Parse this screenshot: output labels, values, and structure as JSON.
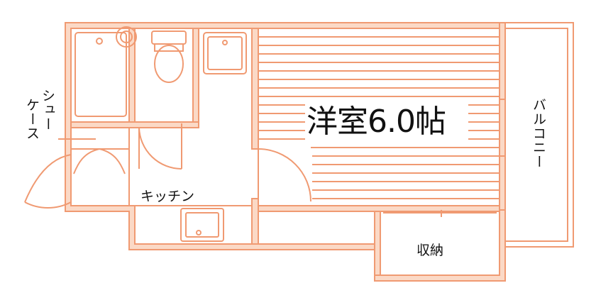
{
  "colors": {
    "wall": "#f4a07a",
    "wall_fill": "#fbd9c6",
    "line": "#f09a72",
    "text": "#111111"
  },
  "rooms": {
    "main_room": "洋室6.0帖",
    "kitchen": "キッチン",
    "storage": "収納",
    "balcony": "バルコニー",
    "shoe_case_line1": "シュー",
    "shoe_case_line2": "ケース"
  },
  "fixtures": [
    "bathtub",
    "washbasin",
    "toilet",
    "washing-machine-pan",
    "kitchen-sink",
    "closet-doors"
  ]
}
